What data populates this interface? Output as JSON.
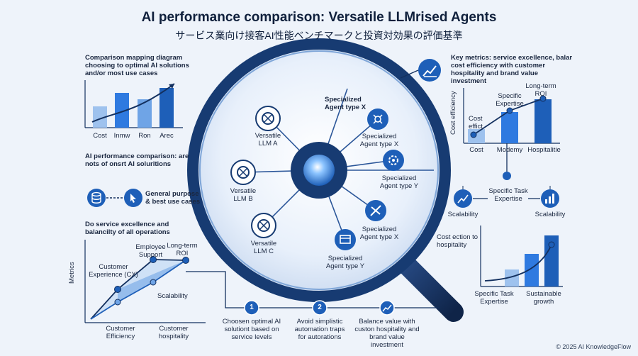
{
  "header": {
    "title": "AI performance comparison: Versatile LLMrised Agents",
    "subtitle": "サービス業向け接客AI性能ベンチマークと投資対効果の評価基準"
  },
  "left_top": {
    "heading": "Comparison mapping diagram choosing to optimal AI solutions and/or most use cases",
    "bars": [
      "Cost",
      "Inmw",
      "Ron",
      "Arec"
    ]
  },
  "left_mid": {
    "heading": "AI performance comparison: are nots of onsrt AI soluritions",
    "general_label": "General purpose & best use cases"
  },
  "left_bottom": {
    "heading": "Do service excellence and balancilty of all operations",
    "ylabel": "Metrics",
    "points": {
      "cx": "Customer Experience (CX)",
      "employee": "Employee Support",
      "roi": "Long-term ROI",
      "scalability": "Scalability"
    },
    "xlabels": [
      "Customer Efficiency",
      "Customer hospitality"
    ]
  },
  "center": {
    "llm_a": "Versatile LLM A",
    "llm_b": "Versatile LLM B",
    "llm_c": "Versatile LLM C",
    "spec_top": "Specialized Agent type X",
    "spec_x1": "Specialized Agent type X",
    "spec_y1": "Specialized Agent type Y",
    "spec_x2": "Specialized Agent type X",
    "spec_y2": "Specialized Agent type Y"
  },
  "right_top": {
    "heading": "Key metrics: service excellence, balar cost efficiency with customer hospitality and brand value investment",
    "ylabel": "Cost efficiency",
    "bars": [
      "Cost",
      "Modemy",
      "Hospitalitie"
    ],
    "annotations": {
      "cost_effect": "Cost effict",
      "expertise": "Specific Expertise",
      "roi": "Long-term ROI"
    }
  },
  "right_mid": {
    "task": "Specific Task Expertise",
    "scal_left": "Scalability",
    "scal_right": "Scalability"
  },
  "right_bottom": {
    "annotation": "Cost ection to hospitality",
    "xlabels": [
      "Specific Task Expertise",
      "Sustainable growth"
    ]
  },
  "steps": [
    {
      "badge": "1",
      "text": "Choosen optimal AI solutiont based on service levels"
    },
    {
      "badge": "2",
      "text": "Avoid simplistic automation traps for autorations"
    },
    {
      "badge": "",
      "text": "Balance value with custon hospitality and brand value investment"
    }
  ],
  "footer": "© 2025 AI KnowledgeFlow",
  "colors": {
    "primary": "#1e5fb8",
    "dark": "#13305f",
    "light": "#6fa4e6",
    "pale": "#d7e6f8"
  }
}
